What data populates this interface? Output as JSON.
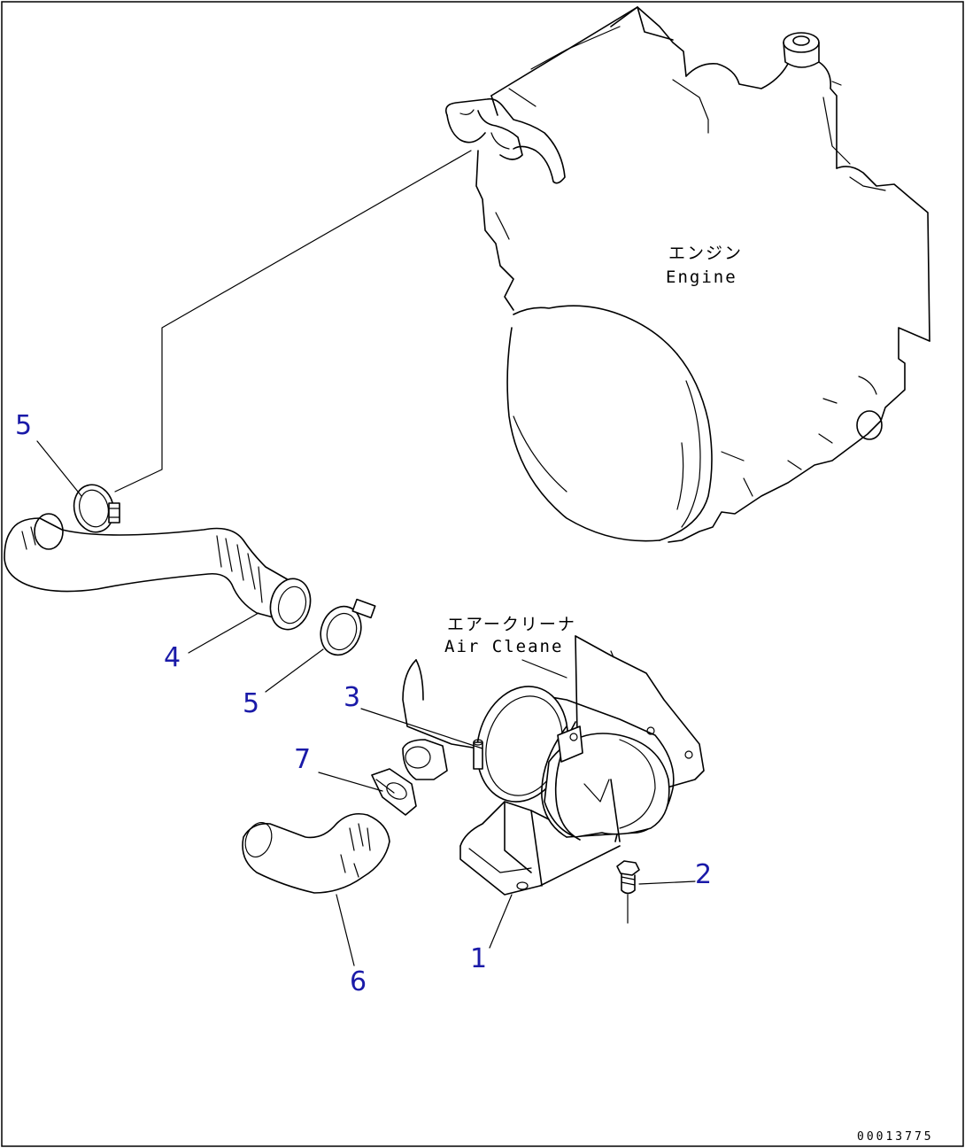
{
  "callouts": {
    "engine_jp": "エンジン",
    "engine_en": "Engine",
    "air_cleaner_jp": "エアークリーナ",
    "air_cleaner_en": "Air Cleane"
  },
  "parts": [
    {
      "number": "1"
    },
    {
      "number": "2"
    },
    {
      "number": "3"
    },
    {
      "number": "4"
    },
    {
      "number": "5"
    },
    {
      "number": "5"
    },
    {
      "number": "6"
    },
    {
      "number": "7"
    }
  ],
  "drawing_id": "00013775",
  "colors": {
    "part_number": "#1a1aa8",
    "line": "#000000",
    "background": "#ffffff"
  }
}
